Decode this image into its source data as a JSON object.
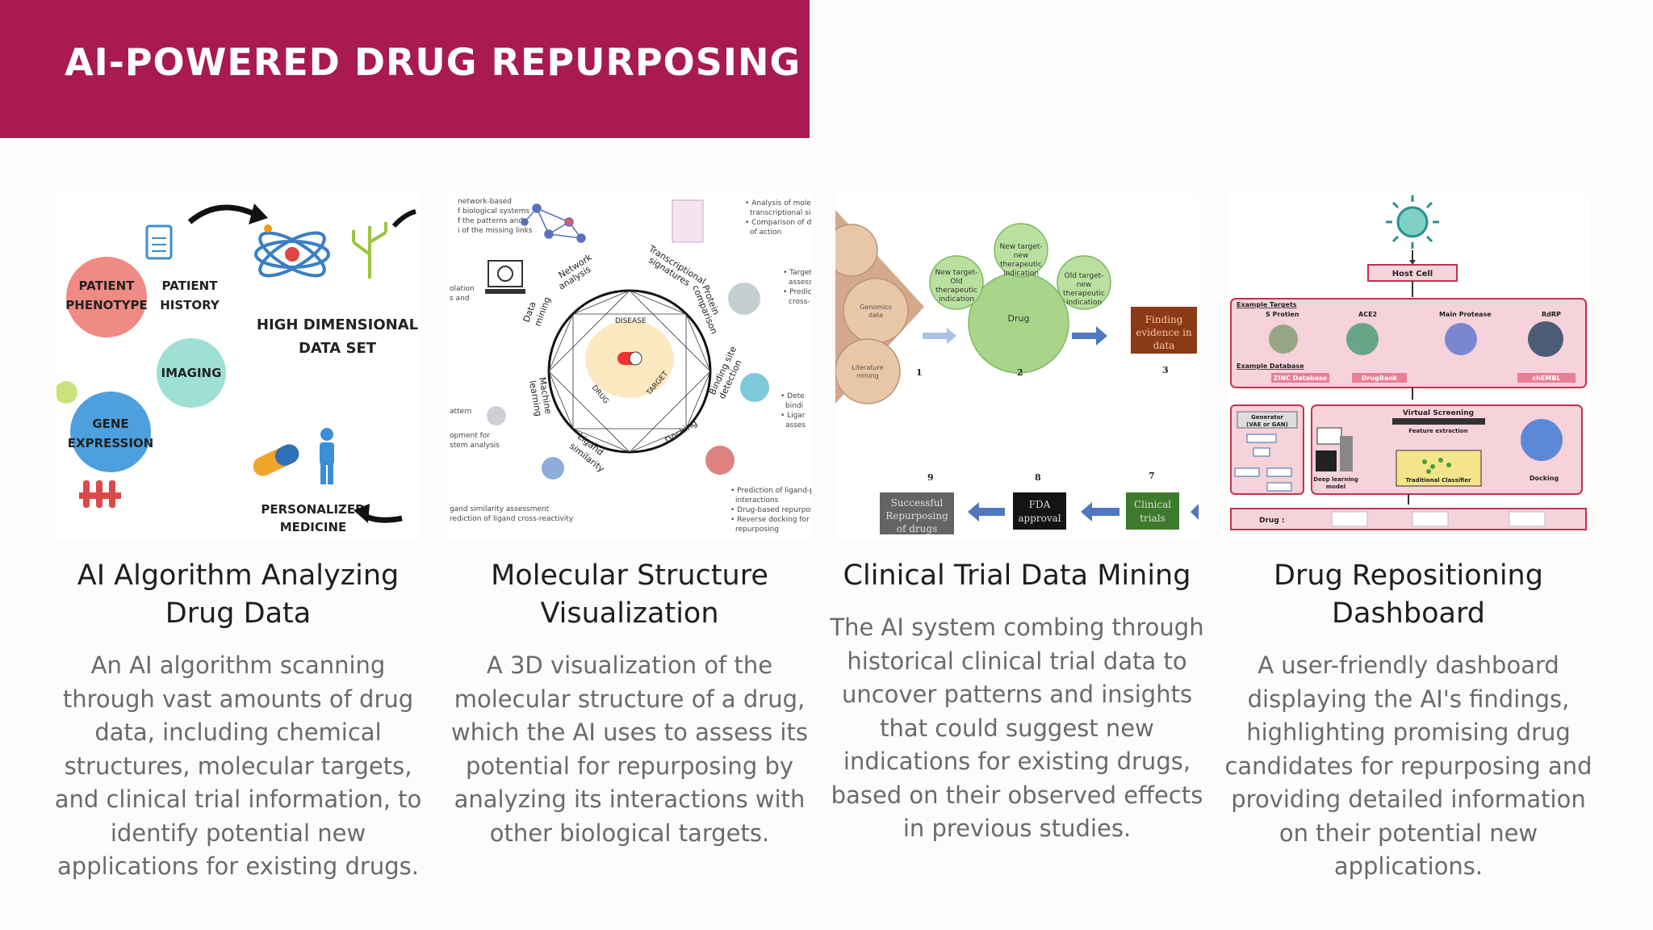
{
  "title": "AI-POWERED DRUG REPURPOSING",
  "cards": [
    {
      "heading": "AI Algorithm Analyzing Drug Data",
      "description": "An AI algorithm scanning through vast amounts of drug data, including chemical structures, molecular targets, and clinical trial information, to identify potential new applications for existing drugs.",
      "image": {
        "patient_phenotype": "PATIENT PHENOTYPE",
        "patient_history": "PATIENT HISTORY",
        "imaging": "IMAGING",
        "gene_expression": "GENE EXPRESSION",
        "high_dimensional": "HIGH DIMENSIONAL DATA SET",
        "personalized": "PERSONALIZED MEDICINE"
      }
    },
    {
      "heading": "Molecular Structure Visualization",
      "description": "A 3D visualization of the molecular structure of a drug, which the AI uses to assess its potential for repurposing by analyzing its interactions with other biological targets.",
      "image": {
        "network_analysis": "Network analysis",
        "transcriptional": "Transcriptional signatures",
        "protein_comparison": "Protein comparison",
        "binding_site": "Binding site detection",
        "docking": "Docking",
        "ligand_similarity": "Ligand similarity",
        "machine_learning": "Machine learning",
        "data_mining": "Data mining",
        "disease": "DISEASE",
        "drug": "DRUG",
        "target": "TARGET"
      }
    },
    {
      "heading": "Clinical Trial Data Mining",
      "description": "The AI system combing through historical clinical trial data to uncover patterns and insights that could suggest new indications for existing drugs, based on their observed effects in previous studies.",
      "image": {
        "genomics": "Genomics data",
        "literature": "Literature mining",
        "new_old": "New target-Old therapeutic indication",
        "new_new": "New target-new therapeutic indication",
        "old_new": "Old target-new therapeutic indication",
        "drug": "Drug",
        "finding": "Finding evidence in data",
        "successful": "Successful Repurposing of drugs",
        "fda": "FDA approval",
        "clinical": "Clinical trials",
        "step1": "1",
        "step2": "2",
        "step3": "3",
        "step7": "7",
        "step8": "8",
        "step9": "9"
      }
    },
    {
      "heading": "Drug Repositioning Dashboard",
      "description": "A user-friendly dashboard displaying the AI's findings, highlighting promising drug candidates for repurposing and providing detailed information on their potential new applications.",
      "image": {
        "host_cell": "Host Cell",
        "example_targets": "Example Targets",
        "s_protein": "S Protien",
        "ace2": "ACE2",
        "main_protease": "Main Protease",
        "rdrp": "RdRP",
        "example_database": "Example Database",
        "zinc": "ZINC Database",
        "drugbank": "DrugBank",
        "chembl": "chEMBL",
        "generator": "Generator (VAE or GAN)",
        "virtual_screening": "Virtual Screening",
        "feature_extraction": "Feature extraction",
        "deep_learning": "Deep learning model",
        "traditional": "Traditional Classifier",
        "docking": "Docking",
        "drug": "Drug :"
      }
    }
  ]
}
